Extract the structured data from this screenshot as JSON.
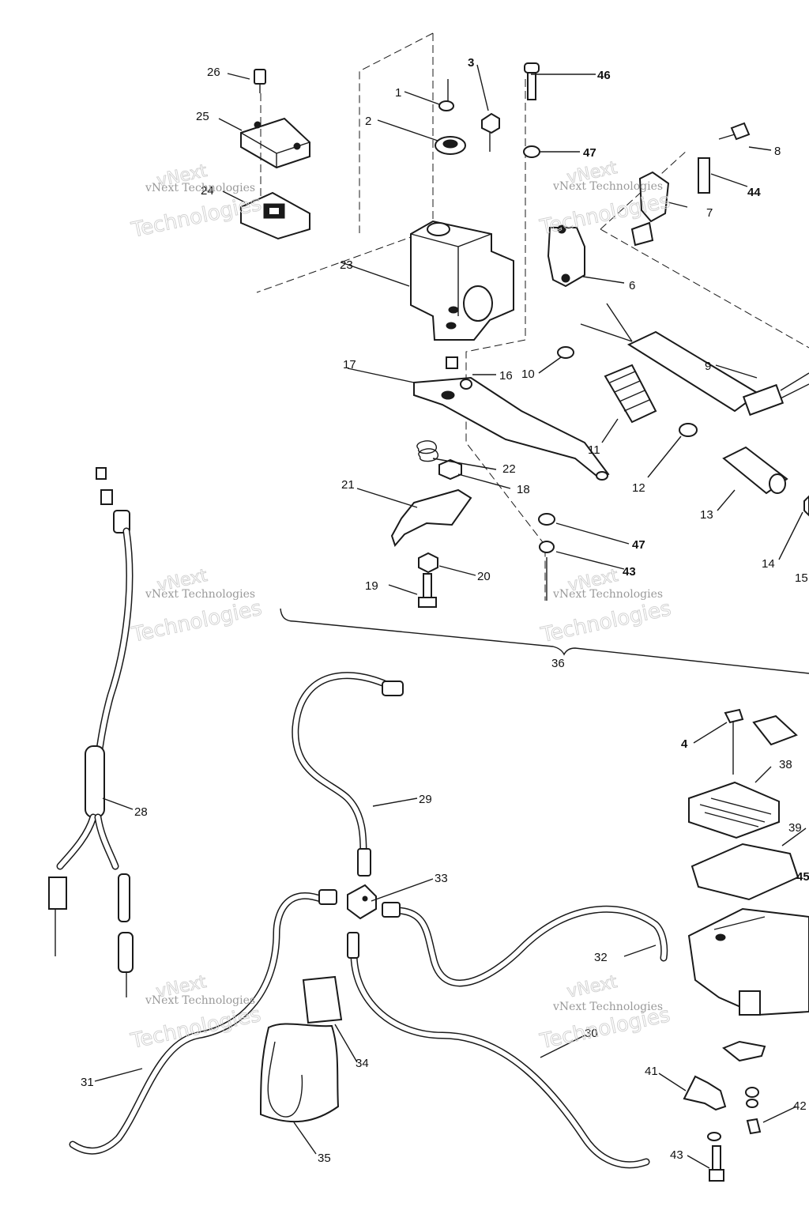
{
  "callouts": [
    {
      "id": "c1",
      "text": "1"
    },
    {
      "id": "c2",
      "text": "2"
    },
    {
      "id": "c3",
      "text": "3"
    },
    {
      "id": "c4",
      "text": "4"
    },
    {
      "id": "c6",
      "text": "6"
    },
    {
      "id": "c7",
      "text": "7"
    },
    {
      "id": "c8",
      "text": "8"
    },
    {
      "id": "c9",
      "text": "9"
    },
    {
      "id": "c10",
      "text": "10"
    },
    {
      "id": "c11",
      "text": "11"
    },
    {
      "id": "c12",
      "text": "12"
    },
    {
      "id": "c13",
      "text": "13"
    },
    {
      "id": "c14",
      "text": "14"
    },
    {
      "id": "c15",
      "text": "15"
    },
    {
      "id": "c16",
      "text": "16"
    },
    {
      "id": "c17",
      "text": "17"
    },
    {
      "id": "c18",
      "text": "18"
    },
    {
      "id": "c19",
      "text": "19"
    },
    {
      "id": "c20",
      "text": "20"
    },
    {
      "id": "c21",
      "text": "21"
    },
    {
      "id": "c22",
      "text": "22"
    },
    {
      "id": "c23",
      "text": "23"
    },
    {
      "id": "c24",
      "text": "24"
    },
    {
      "id": "c25",
      "text": "25"
    },
    {
      "id": "c26",
      "text": "26"
    },
    {
      "id": "c28",
      "text": "28"
    },
    {
      "id": "c29",
      "text": "29"
    },
    {
      "id": "c30",
      "text": "30"
    },
    {
      "id": "c31",
      "text": "31"
    },
    {
      "id": "c32",
      "text": "32"
    },
    {
      "id": "c33",
      "text": "33"
    },
    {
      "id": "c34",
      "text": "34"
    },
    {
      "id": "c35",
      "text": "35"
    },
    {
      "id": "c36",
      "text": "36"
    },
    {
      "id": "c38",
      "text": "38"
    },
    {
      "id": "c39",
      "text": "39"
    },
    {
      "id": "c41",
      "text": "41"
    },
    {
      "id": "c42",
      "text": "42"
    },
    {
      "id": "c43a",
      "text": "43"
    },
    {
      "id": "c43b",
      "text": "43"
    },
    {
      "id": "c44",
      "text": "44"
    },
    {
      "id": "c45",
      "text": "45"
    },
    {
      "id": "c46",
      "text": "46"
    },
    {
      "id": "c47a",
      "text": "47"
    },
    {
      "id": "c47b",
      "text": "47"
    }
  ],
  "watermark": {
    "line1": "vNext",
    "line2": "Technologies",
    "small": "vNext Technologies"
  }
}
